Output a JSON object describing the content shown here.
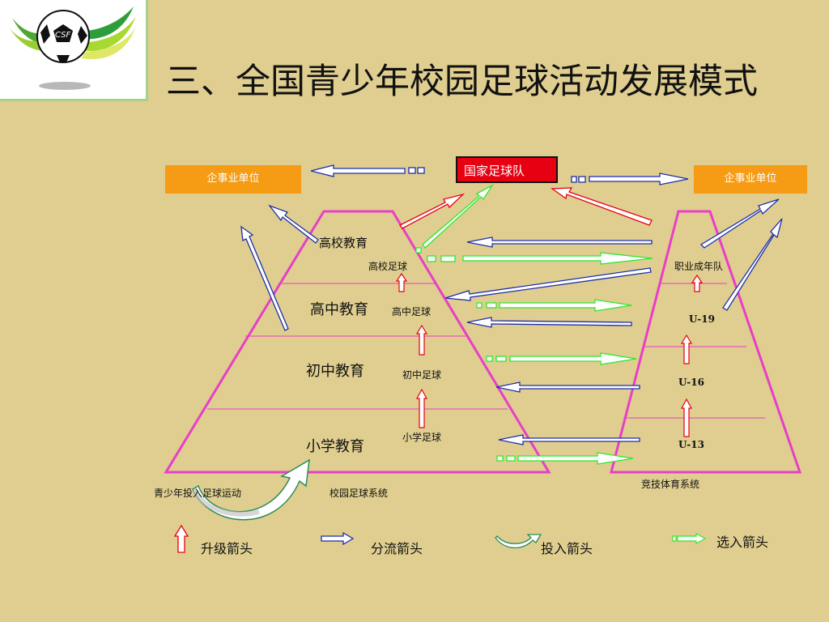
{
  "title": "三、全国青少年校园足球活动发展模式",
  "logo": {
    "text": "CSF"
  },
  "top": {
    "left_box": "企事业单位",
    "right_box": "企事业单位",
    "national_team": "国家足球队"
  },
  "campus_pyramid": {
    "levels": [
      {
        "name": "高校教育",
        "football": "高校足球"
      },
      {
        "name": "高中教育",
        "football": "高中足球"
      },
      {
        "name": "初中教育",
        "football": "初中足球"
      },
      {
        "name": "小学教育",
        "football": "小学足球"
      }
    ],
    "caption": "校园足球系统",
    "input_label": "青少年投入足球运动"
  },
  "competitive_pyramid": {
    "levels": [
      "职业成年队",
      "U-19",
      "U-16",
      "U-13"
    ],
    "caption": "竞技体育系统"
  },
  "legend": [
    {
      "icon": "upgrade-arrow-icon",
      "label": "升级箭头"
    },
    {
      "icon": "diversion-arrow-icon",
      "label": "分流箭头"
    },
    {
      "icon": "input-arrow-icon",
      "label": "投入箭头"
    },
    {
      "icon": "selection-arrow-icon",
      "label": "选入箭头"
    }
  ],
  "colors": {
    "background": "#dfce8f",
    "pyramid": "#e83ec8",
    "box": "#f59b14",
    "national": "#e60012",
    "upgrade": "#e60012",
    "diversion": "#1f2fa8",
    "selection": "#2ee82e",
    "input": "#2e8b57"
  }
}
